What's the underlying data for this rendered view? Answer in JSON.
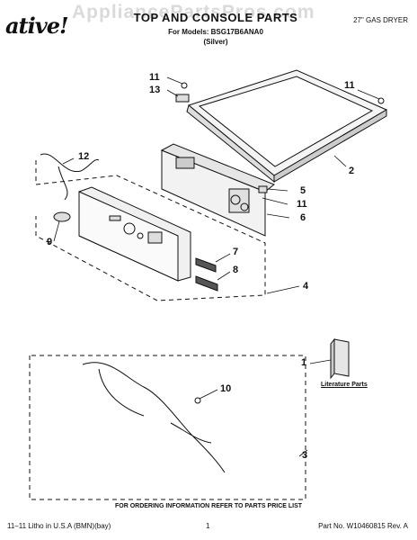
{
  "header": {
    "logo": "ative!",
    "watermark": "AppliancePartsPros.com",
    "title": "TOP AND CONSOLE PARTS",
    "models_line": "For Models: BSG17B6ANA0",
    "color_line": "(Silver)",
    "model_type": "27\" GAS DRYER"
  },
  "callouts": {
    "c11a": "11",
    "c13": "13",
    "c11b": "11",
    "c12": "12",
    "c2": "2",
    "c5": "5",
    "c11c": "11",
    "c6": "6",
    "c9": "9",
    "c7": "7",
    "c8": "8",
    "c4": "4",
    "c1": "1",
    "c10": "10",
    "c3": "3"
  },
  "literature_label": "Literature Parts",
  "footer": {
    "ordering_note": "FOR ORDERING INFORMATION REFER TO PARTS PRICE LIST",
    "litho": "11–11 Litho in U.S.A (BMN)(bay)",
    "page": "1",
    "part_no": "Part No. W10460815 Rev. A"
  }
}
